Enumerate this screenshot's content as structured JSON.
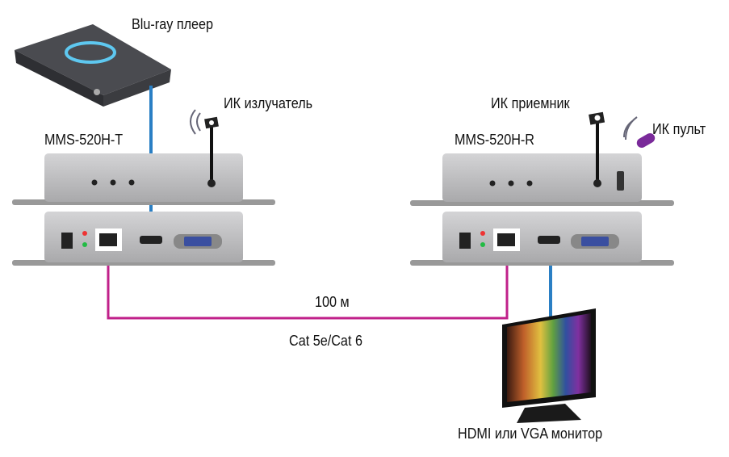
{
  "labels": {
    "bluray": "Blu-ray плеер",
    "ir_emitter": "ИК излучатель",
    "transmitter": "MMS-520H-T",
    "ir_receiver": "ИК приемник",
    "ir_remote": "ИК пульт",
    "receiver": "MMS-520H-R",
    "distance": "100 м",
    "cable": "Cat 5e/Cat 6",
    "monitor": "HDMI или VGA монитор"
  },
  "colors": {
    "hdmi_cable": "#2a7fc4",
    "cat_cable": "#c0208a",
    "device_body": "#b9b9bb",
    "remote": "#7a2a9a"
  }
}
